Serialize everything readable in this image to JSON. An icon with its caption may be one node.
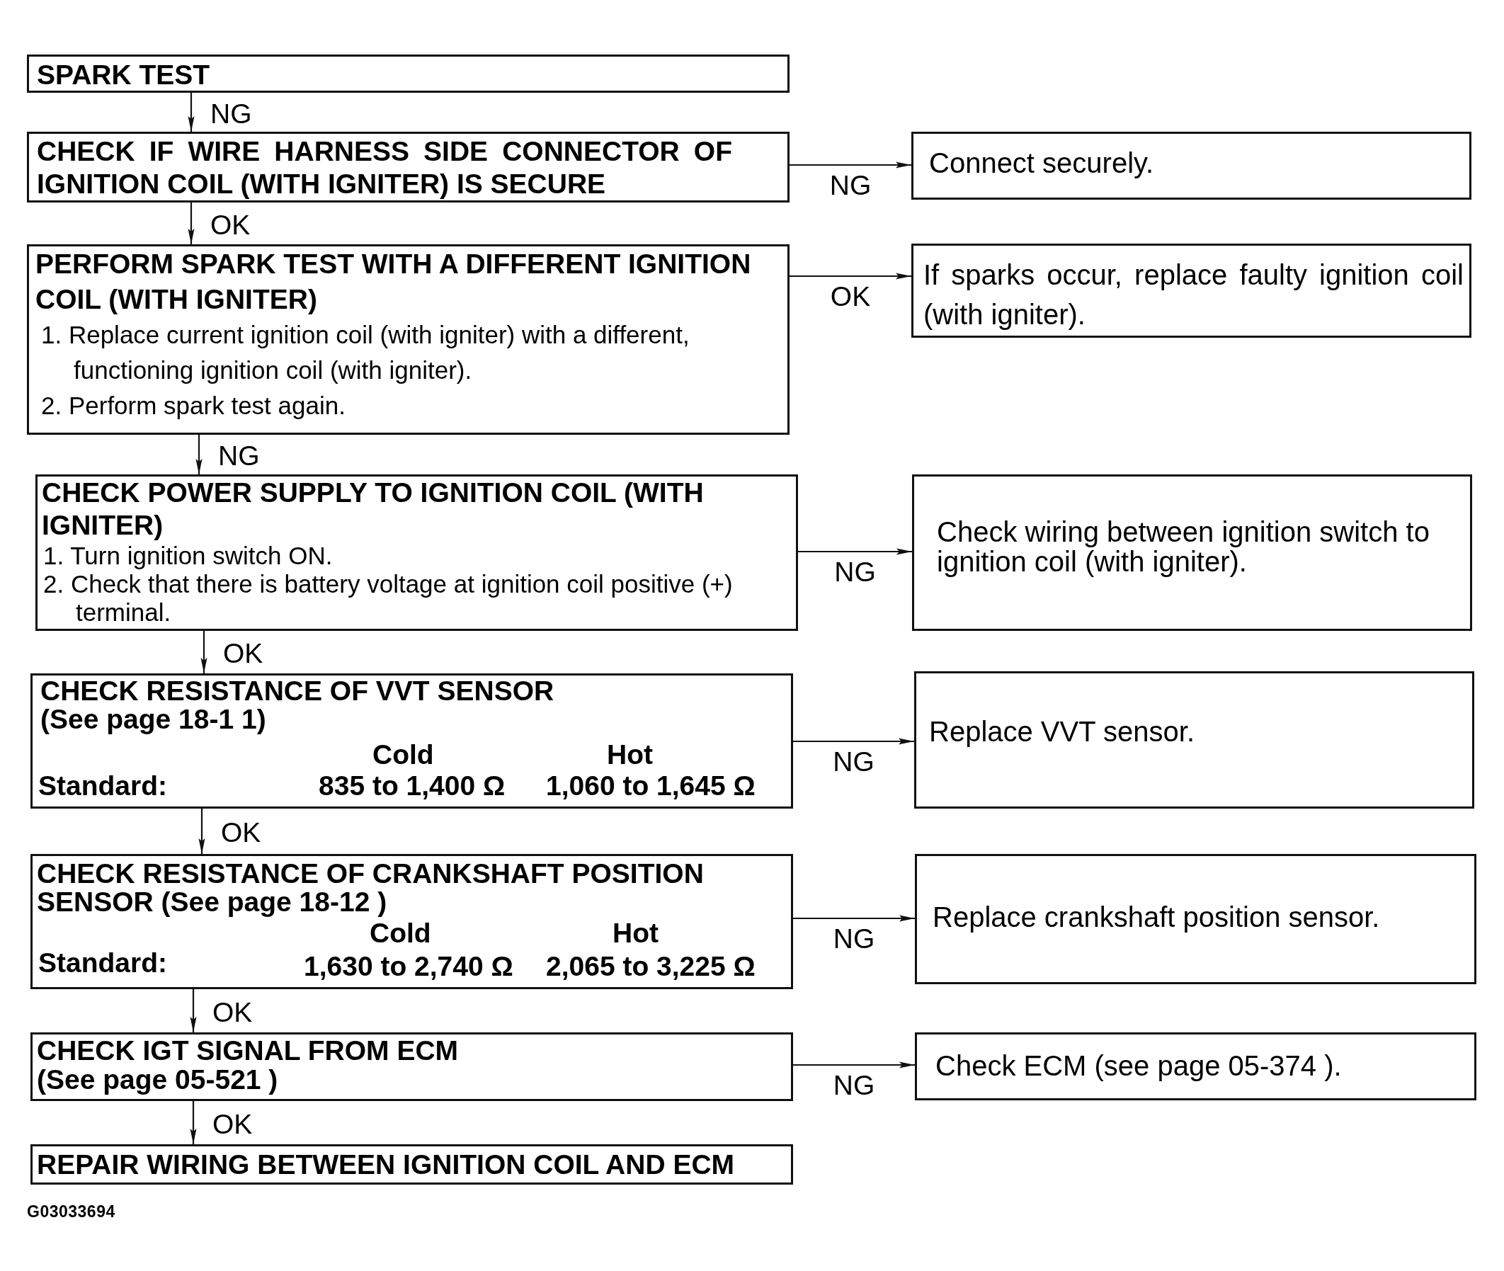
{
  "diagram": {
    "nodes": [
      {
        "text": [
          "SPARK TEST"
        ]
      },
      {
        "text": [
          "CHECK IF WIRE HARNESS SIDE CONNECTOR OF IGNITION COIL (WITH IGNITER) IS SECURE"
        ]
      },
      {
        "text": [
          "Connect securely."
        ]
      },
      {
        "text": [
          "PERFORM SPARK TEST WITH A DIFFERENT IGNITION COIL (WITH IGNITER)",
          "1. Replace current ignition coil (with igniter) with a different, functioning ignition coil (with igniter).",
          "2. Perform spark test again."
        ]
      },
      {
        "text": [
          "If sparks occur, replace faulty ignition coil (with igniter)."
        ]
      },
      {
        "text": [
          "CHECK POWER SUPPLY TO IGNITION COIL (WITH IGNITER)",
          "1. Turn ignition switch ON.",
          "2. Check that there is battery voltage at ignition coil positive (+) terminal."
        ]
      },
      {
        "text": [
          "Check wiring between ignition switch to ignition coil (with igniter)."
        ]
      },
      {
        "text": [
          "CHECK RESISTANCE OF VVT SENSOR (See page 18-1 1)",
          "Cold",
          "Hot",
          "Standard:",
          "835 to 1,400 Ω",
          "1,060 to 1,645 Ω"
        ]
      },
      {
        "text": [
          "Replace VVT sensor."
        ]
      },
      {
        "text": [
          "CHECK RESISTANCE OF CRANKSHAFT POSITION SENSOR (See page 18-12 )",
          "Cold",
          "Hot",
          "Standard:",
          "1,630 to 2,740 Ω",
          "2,065 to 3,225 Ω"
        ]
      },
      {
        "text": [
          "Replace crankshaft position sensor."
        ]
      },
      {
        "text": [
          "CHECK IGT SIGNAL FROM ECM (See page 05-521 )"
        ]
      },
      {
        "text": [
          "Check ECM (see page 05-374 )."
        ]
      },
      {
        "text": [
          "REPAIR WIRING BETWEEN IGNITION COIL AND ECM"
        ]
      }
    ],
    "edges": [
      {
        "from": 0,
        "to": 1,
        "arrow": "to",
        "label": "NG"
      },
      {
        "from": 1,
        "to": 2,
        "arrow": "to",
        "label": "NG"
      },
      {
        "from": 1,
        "to": 3,
        "arrow": "to",
        "label": "OK"
      },
      {
        "from": 3,
        "to": 4,
        "arrow": "to",
        "label": "OK"
      },
      {
        "from": 3,
        "to": 5,
        "arrow": "to",
        "label": "NG"
      },
      {
        "from": 5,
        "to": 6,
        "arrow": "to",
        "label": "NG"
      },
      {
        "from": 5,
        "to": 7,
        "arrow": "to",
        "label": "OK"
      },
      {
        "from": 7,
        "to": 8,
        "arrow": "to",
        "label": "NG"
      },
      {
        "from": 7,
        "to": 9,
        "arrow": "to",
        "label": "OK"
      },
      {
        "from": 9,
        "to": 10,
        "arrow": "to",
        "label": "NG"
      },
      {
        "from": 9,
        "to": 11,
        "arrow": "to",
        "label": "OK"
      },
      {
        "from": 11,
        "to": 12,
        "arrow": "to",
        "label": "NG"
      },
      {
        "from": 11,
        "to": 13,
        "arrow": "to",
        "label": "OK"
      }
    ],
    "labels": [
      "G03033694"
    ]
  }
}
